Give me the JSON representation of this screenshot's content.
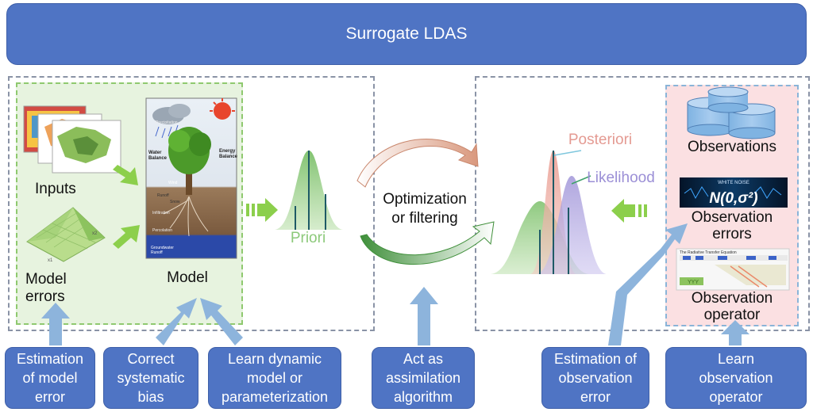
{
  "title": "Surrogate LDAS",
  "labels": {
    "inputs": "Inputs",
    "model_errors": "Model\nerrors",
    "model": "Model",
    "priori": "Priori",
    "optimization": "Optimization\nor filtering",
    "posteriori": "Posteriori",
    "likelihood": "Likelihood",
    "observations": "Observations",
    "observation_errors": "Observation\nerrors",
    "observation_operator": "Observation\noperator"
  },
  "model_image": {
    "precipitation": "Precipitation",
    "water_balance": "Water\nBalance",
    "energy_balance": "Energy\nBalance",
    "wind": "Wind",
    "snow": "Snow",
    "runoff": "Runoff",
    "infiltration": "Infiltration",
    "percolation": "Percolation",
    "groundwater": "Groundwater\nRunoff"
  },
  "noise_image": {
    "caption": "WHITE NOISE",
    "formula": "N(0,σ²)"
  },
  "operator_image": {
    "caption": "The Radiative Transfer Equation"
  },
  "bottom_boxes": [
    "Estimation\nof model\nerror",
    "Correct\nsystematic\nbias",
    "Learn dynamic\nmodel or\nparameterization",
    "Act as\nassimilation\nalgorithm",
    "Estimation of\nobservation\nerror",
    "Learn\nobservation\noperator"
  ],
  "colors": {
    "banner": "#4f74c4",
    "priori": "#8cc97a",
    "posteriori": "#e49a92",
    "likelihood": "#9b8fd6",
    "arrow_green": "#8ccf4c",
    "arrow_blue": "#8db4dc"
  }
}
